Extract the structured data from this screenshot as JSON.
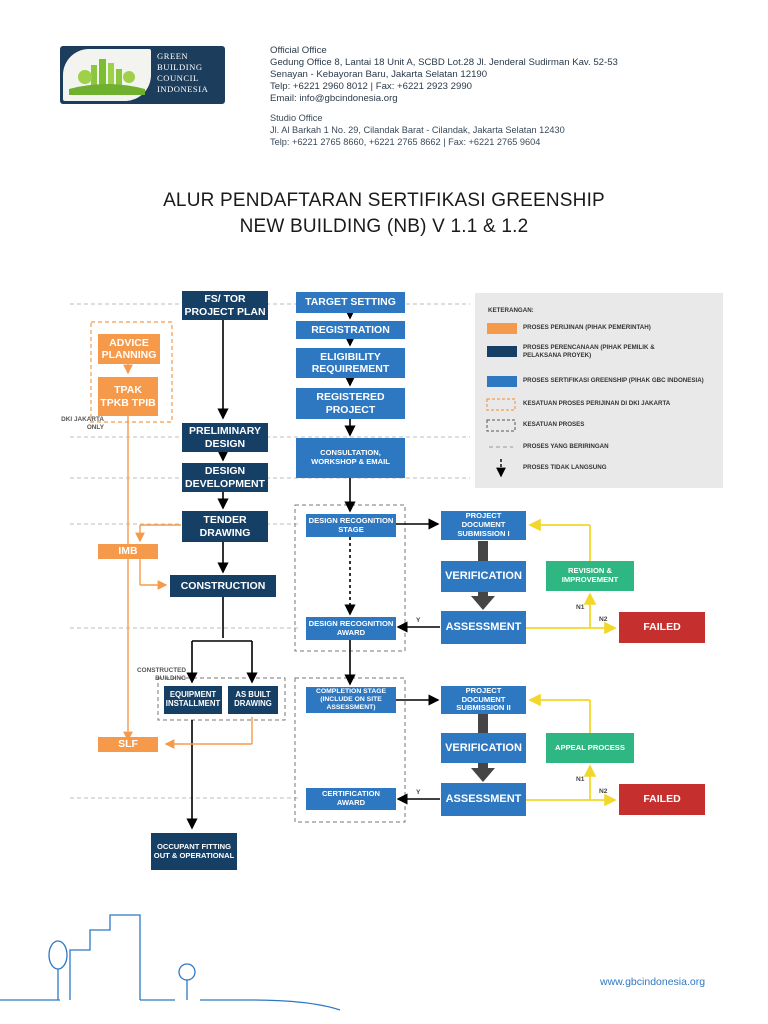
{
  "logo": {
    "lines": [
      "GREEN",
      "BUILDING",
      "COUNCIL",
      "INDONESIA"
    ]
  },
  "official_office": {
    "heading": "Official Office",
    "line1": "Gedung Office 8, Lantai 18 Unit A, SCBD Lot.28 Jl. Jenderal Sudirman Kav. 52-53",
    "line2": "Senayan - Kebayoran Baru, Jakarta Selatan 12190",
    "line3": "Telp: +6221 2960 8012 | Fax: +6221 2923 2990",
    "line4": "Email: info@gbcindonesia.org"
  },
  "studio_office": {
    "heading": "Studio Office",
    "line1": "Jl. Al Barkah 1 No. 29, Cilandak Barat - Cilandak, Jakarta Selatan 12430",
    "line2": "Telp: +6221 2765 8660, +6221 2765 8662 | Fax: +6221 2765 9604"
  },
  "title": {
    "line1": "ALUR PENDAFTARAN SERTIFIKASI GREENSHIP",
    "line2": "NEW BUILDING (NB) V 1.1 & 1.2"
  },
  "nodes": {
    "fs_tor": "FS/ TOR PROJECT PLAN",
    "advice_planning": "ADVICE PLANNING",
    "tpak": "TPAK TPKB TPIB",
    "preliminary_design": "PRELIMINARY DESIGN",
    "design_development": "DESIGN DEVELOPMENT",
    "tender_drawing": "TENDER DRAWING",
    "imb": "IMB",
    "construction": "CONSTRUCTION",
    "equipment_installment": "EQUIPMENT INSTALLMENT",
    "as_built_drawing": "AS BUILT DRAWING",
    "slf": "SLF",
    "occupant": "OCCUPANT FITTING OUT & OPERATIONAL",
    "target_setting": "TARGET SETTING",
    "registration": "REGISTRATION",
    "eligibility": "ELIGIBILITY REQUIREMENT",
    "registered_project": "REGISTERED PROJECT",
    "consultation": "CONSULTATION, WORKSHOP & EMAIL",
    "design_recognition_stage": "DESIGN RECOGNITION STAGE",
    "design_recognition_award": "DESIGN RECOGNITION AWARD",
    "completion_stage": "COMPLETION STAGE (INCLUDE ON SITE ASSESSMENT)",
    "certification_award": "CERTIFICATION AWARD",
    "project_submission_1": "PROJECT DOCUMENT SUBMISSION I",
    "verification_1": "VERIFICATION",
    "assessment_1": "ASSESSMENT",
    "revision": "REVISION & IMPROVEMENT",
    "failed_1": "FAILED",
    "project_submission_2": "PROJECT DOCUMENT SUBMISSION II",
    "verification_2": "VERIFICATION",
    "assessment_2": "ASSESSMENT",
    "appeal": "APPEAL PROCESS",
    "failed_2": "FAILED"
  },
  "labels": {
    "dki_only": "DKI JAKARTA ONLY",
    "constructed_building": "CONSTRUCTED BUILDING",
    "y": "Y",
    "n1": "N1",
    "n2": "N2"
  },
  "legend": {
    "title": "KETERANGAN:",
    "items": [
      "PROSES PERIJINAN (PIHAK PEMERINTAH)",
      "PROSES PERENCANAAN (PIHAK PEMILIK & PELAKSANA PROYEK)",
      "PROSES SERTIFIKASI GREENSHIP (PIHAK GBC INDONESIA)",
      "KESATUAN PROSES PERIJINAN DI DKI JAKARTA",
      "KESATUAN PROSES",
      "PROSES YANG BERIRINGAN",
      "PROSES TIDAK LANGSUNG"
    ]
  },
  "website": "www.gbcindonesia.org",
  "colors": {
    "navy": "#163f66",
    "blue": "#2e78c2",
    "orange": "#f59a4a",
    "green": "#2eb783",
    "red": "#c5302f",
    "yellow": "#f2d72b"
  }
}
